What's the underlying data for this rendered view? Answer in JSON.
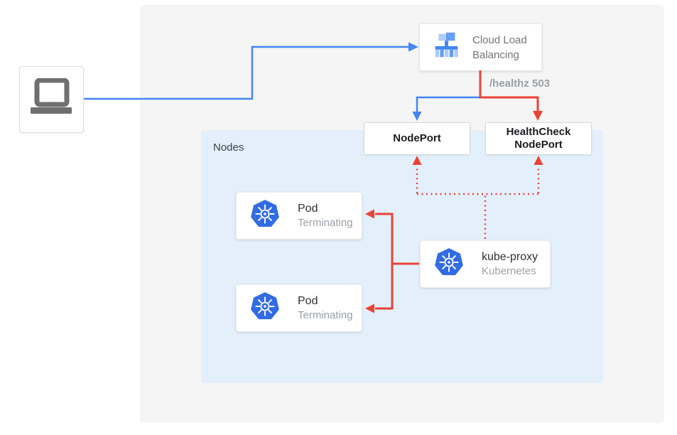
{
  "title": "External load balancer health-check diagram",
  "colors": {
    "traffic_blue": "#4285F4",
    "healthcheck_red": "#EA4335",
    "kubernetes_blue": "#326CE5",
    "nodes_group_bg": "#E3F0FC",
    "panel_bg": "#F5F5F5",
    "clb_icon_light_blue": "#AECBFA",
    "clb_icon_mid_blue": "#669DF6"
  },
  "icons": {
    "laptop": "laptop-icon",
    "cloud_load_balancing": "cloud-load-balancing-icon",
    "kubernetes": "kubernetes-icon"
  },
  "clb": {
    "label": "Cloud Load Balancing"
  },
  "healthz": {
    "label": "/healthz 503"
  },
  "nodeport": {
    "label": "NodePort"
  },
  "healthcheck_nodeport": {
    "label": "HealthCheck NodePort"
  },
  "nodes_group": {
    "label": "Nodes"
  },
  "pods": [
    {
      "title": "Pod",
      "subtitle": "Terminating"
    },
    {
      "title": "Pod",
      "subtitle": "Terminating"
    }
  ],
  "kube_proxy": {
    "title": "kube-proxy",
    "subtitle": "Kubernetes"
  }
}
